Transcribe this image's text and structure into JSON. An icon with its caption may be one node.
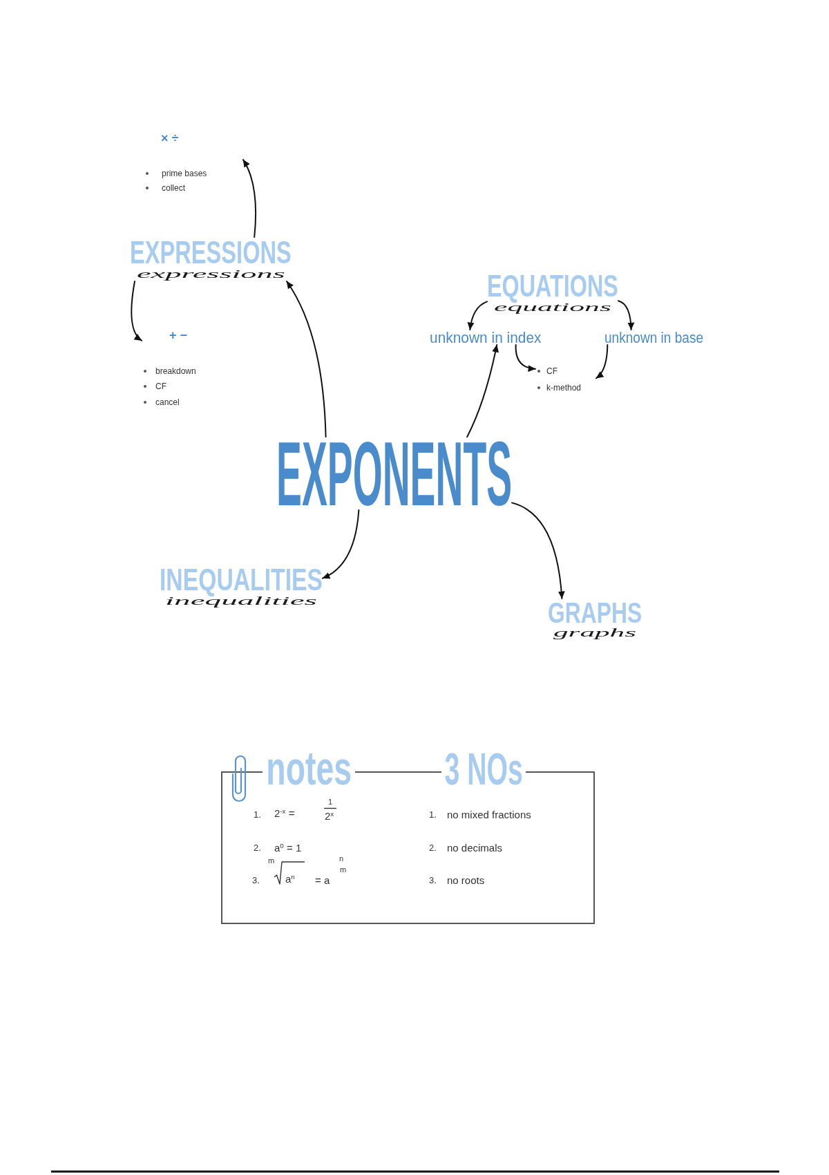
{
  "diagram": {
    "nodes": [
      {
        "text": [
          "× ÷",
          "prime bases",
          "collect"
        ]
      },
      {
        "text": [
          "EXPRESSIONS",
          "expressions"
        ]
      },
      {
        "text": [
          "EQUATIONS",
          "equations"
        ]
      },
      {
        "text": [
          "+ −",
          "breakdown",
          "CF",
          "cancel"
        ]
      },
      {
        "text": [
          "unknown in index"
        ]
      },
      {
        "text": [
          "unknown in base"
        ]
      },
      {
        "text": [
          "CF",
          "k-method"
        ]
      },
      {
        "text": [
          "EXPONENTS"
        ]
      },
      {
        "text": [
          "INEQUALITIES",
          "inequalities"
        ]
      },
      {
        "text": [
          "GRAPHS",
          "graphs"
        ]
      },
      {
        "text": [
          "notes",
          "3 NOs",
          "1.",
          "2$^{-x}$ =",
          "1",
          "2$^{x}$",
          "1.",
          "no mixed fractions",
          "2.",
          "a$^{0}$ = 1",
          "2.",
          "no decimals",
          "3.",
          "m",
          "a$^{n}$",
          "= a",
          "n",
          "m",
          "3.",
          "no roots"
        ]
      }
    ],
    "edges": [
      {
        "from": 7,
        "to": 1,
        "arrow": "to"
      },
      {
        "from": 1,
        "to": 0,
        "arrow": "to"
      },
      {
        "from": 1,
        "to": 3,
        "arrow": "to"
      },
      {
        "from": 2,
        "to": 4,
        "arrow": "to"
      },
      {
        "from": 2,
        "to": 5,
        "arrow": "to"
      },
      {
        "from": 4,
        "to": 6,
        "arrow": "to"
      },
      {
        "from": 5,
        "to": 6,
        "arrow": "to"
      },
      {
        "from": 7,
        "to": 4,
        "arrow": "to"
      },
      {
        "from": 7,
        "to": 8,
        "arrow": "to"
      },
      {
        "from": 7,
        "to": 9,
        "arrow": "to"
      }
    ]
  }
}
